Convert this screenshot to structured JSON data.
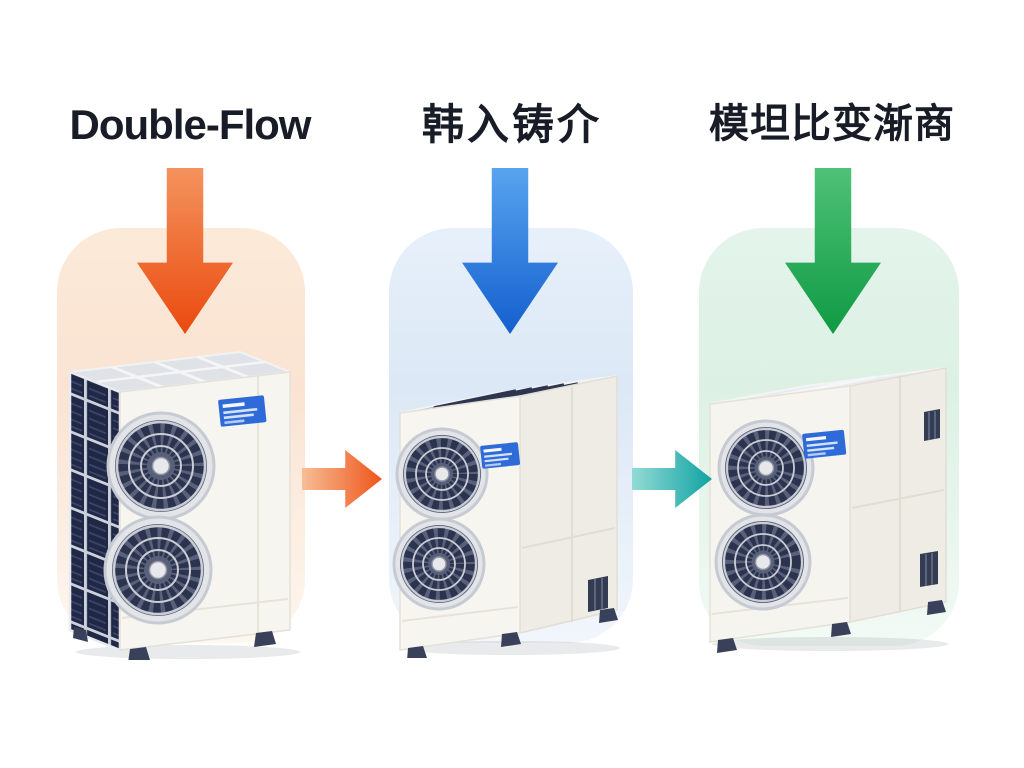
{
  "diagram": {
    "background": "#ffffff",
    "stages": [
      {
        "label": "Double-Flow",
        "arrow_gradient": {
          "from": "#f4935e",
          "to": "#ea4a0e"
        },
        "glow_gradient": {
          "from": "#fcead9",
          "mid": "#fae3d2",
          "to": "#fdf7f0"
        }
      },
      {
        "label": "韩入铸介",
        "arrow_gradient": {
          "from": "#58a4ee",
          "to": "#145fce"
        },
        "glow_gradient": {
          "from": "#e7f0fa",
          "mid": "#dce8f6",
          "to": "#f1f6fb"
        }
      },
      {
        "label": "模坦比变渐商",
        "arrow_gradient": {
          "from": "#4fc178",
          "to": "#0f9a43"
        },
        "glow_gradient": {
          "from": "#e4f4eb",
          "mid": "#dcf1e4",
          "to": "#f2faf5"
        }
      }
    ],
    "connectors": [
      {
        "from": "#f7bd95",
        "to": "#ef551b"
      },
      {
        "from": "#93dbd5",
        "to": "#0fa3a2"
      }
    ]
  }
}
